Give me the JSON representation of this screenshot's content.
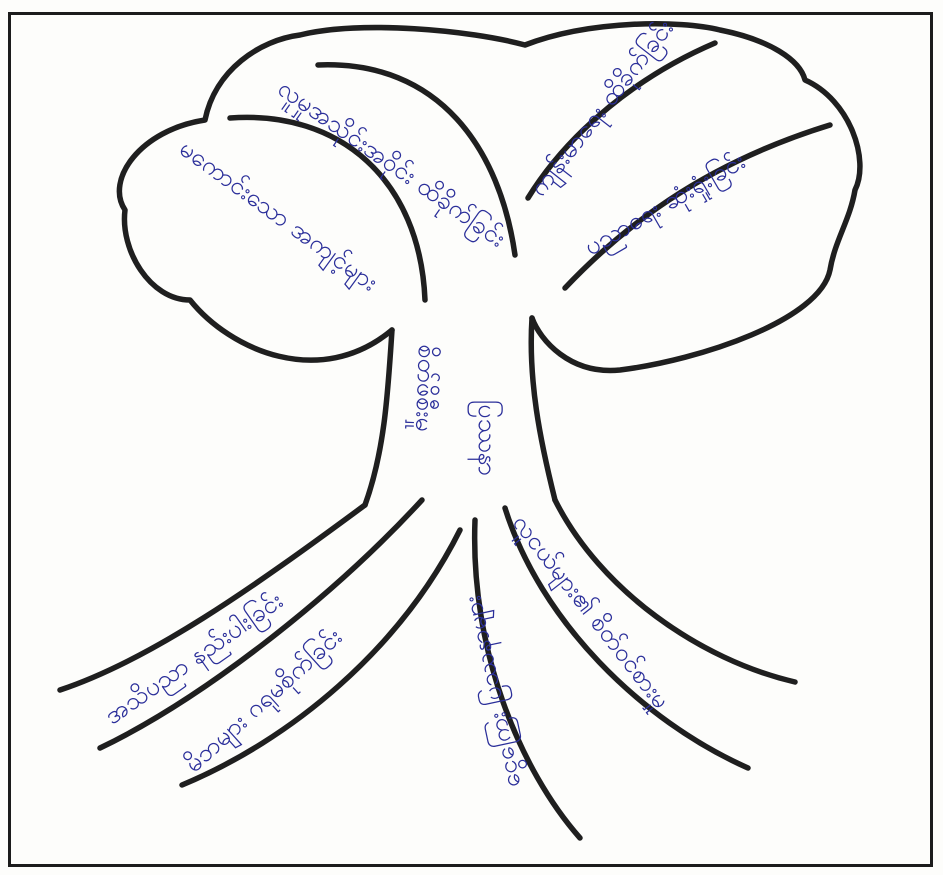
{
  "diagram": {
    "trunk": {
      "label": "ပြဿနာ"
    },
    "canopy": {
      "labels": [
        "မကောင်းသော အကျင့်များ",
        "လူမှုအသိုင်းအဝိုင်း ထိခိုက်ခြင်း",
        "ကျန်းမာရေး ထိခိုက်ခြင်း",
        "ပညာရေး ဆုံးရှုံးခြင်း"
      ]
    },
    "roots": {
      "labels": [
        "စိတ်ဖိစီးမှု",
        "အသိပညာ နည်းပါးခြင်း",
        "မိဘများ ဂရုမစိုက်ခြင်း",
        "လူငယ်များ၏ စိတ်ဝင်စားမှု",
        "ငွေကြေး ပြဿနာများ"
      ]
    },
    "colors": {
      "ink": "#1f1f1f",
      "text": "#2b2f9a",
      "frame": "#1c1c1c"
    }
  }
}
